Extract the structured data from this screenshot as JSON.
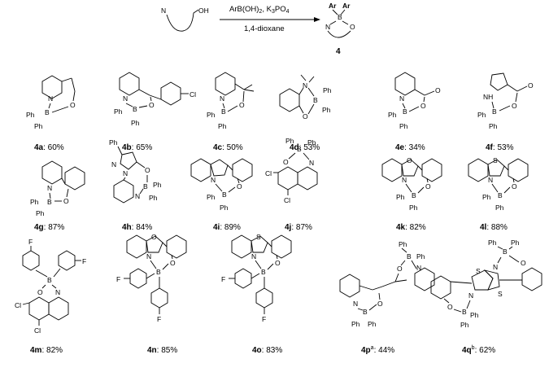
{
  "scheme": {
    "reactant_atoms": [
      "N",
      "OH"
    ],
    "reagents": "ArB(OH)",
    "reagents_sub": "2",
    "reagents_rest": ", K",
    "reagents_sub2": "3",
    "reagents_rest2": "PO",
    "reagents_sub3": "4",
    "solvent": "1,4-dioxane",
    "product_atoms": [
      "Ar",
      "Ar",
      "B",
      "N",
      "O"
    ],
    "product_label": "4"
  },
  "compounds": [
    {
      "id": "4a",
      "yield": ": 60%",
      "sup": ""
    },
    {
      "id": "4b",
      "yield": ": 65%",
      "sup": ""
    },
    {
      "id": "4c",
      "yield": ": 50%",
      "sup": ""
    },
    {
      "id": "4d",
      "yield": ": 53%",
      "sup": ""
    },
    {
      "id": "4e",
      "yield": ": 34%",
      "sup": ""
    },
    {
      "id": "4f",
      "yield": ": 53%",
      "sup": ""
    },
    {
      "id": "4g",
      "yield": ": 87%",
      "sup": ""
    },
    {
      "id": "4h",
      "yield": ": 84%",
      "sup": ""
    },
    {
      "id": "4i",
      "yield": ": 89%",
      "sup": ""
    },
    {
      "id": "4j",
      "yield": ": 87%",
      "sup": ""
    },
    {
      "id": "4k",
      "yield": ": 82%",
      "sup": ""
    },
    {
      "id": "4l",
      "yield": ": 88%",
      "sup": ""
    },
    {
      "id": "4m",
      "yield": ": 82%",
      "sup": ""
    },
    {
      "id": "4n",
      "yield": ": 85%",
      "sup": ""
    },
    {
      "id": "4o",
      "yield": ": 83%",
      "sup": ""
    },
    {
      "id": "4p",
      "yield": ": 44%",
      "sup": "a"
    },
    {
      "id": "4q",
      "yield": ": 62%",
      "sup": "b"
    }
  ],
  "atom_labels": {
    "ph": "Ph",
    "b": "B",
    "n": "N",
    "o": "O",
    "s": "S",
    "cl": "Cl",
    "f": "F",
    "nh": "NH"
  }
}
